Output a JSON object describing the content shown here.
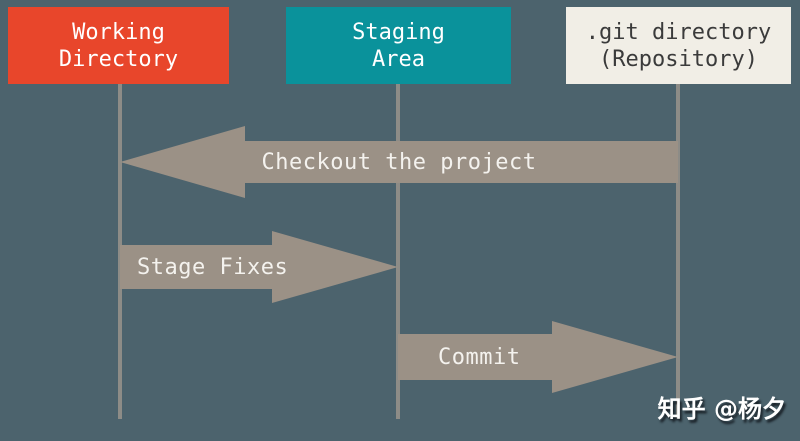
{
  "diagram": {
    "title_semantic": "git-areas-sequence-diagram",
    "background_color": "#4c636d",
    "lifeline_color": "#8d8c87",
    "arrow_color": "#9b9186",
    "arrow_text_color": "#f4f2ee",
    "lanes": [
      {
        "id": "working-directory",
        "label": "Working\nDirectory",
        "color": "#e8462b",
        "text_color": "#ffffff"
      },
      {
        "id": "staging-area",
        "label": "Staging\nArea",
        "color": "#0a929b",
        "text_color": "#ffffff"
      },
      {
        "id": "git-directory",
        "label": ".git directory\n(Repository)",
        "color": "#f1eee6",
        "text_color": "#3b3b3b"
      }
    ],
    "arrows": [
      {
        "label": "Checkout the project",
        "direction": "left",
        "from": "git-directory",
        "to": "working-directory"
      },
      {
        "label": "Stage Fixes",
        "direction": "right",
        "from": "working-directory",
        "to": "staging-area"
      },
      {
        "label": "Commit",
        "direction": "right",
        "from": "staging-area",
        "to": "git-directory"
      }
    ]
  },
  "watermark": {
    "text": "知乎 @杨夕"
  }
}
